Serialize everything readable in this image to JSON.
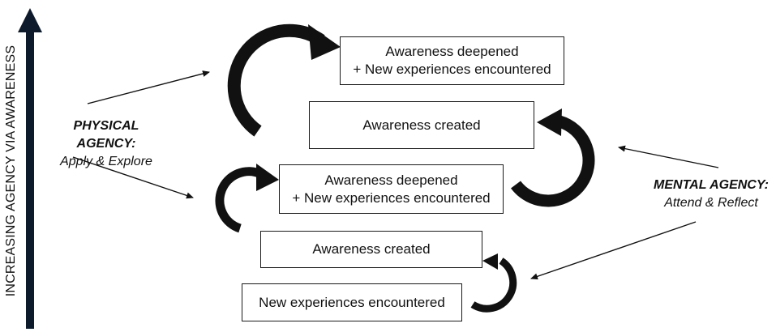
{
  "axis": {
    "label": "INCREASING AGENCY VIA AWARENESS"
  },
  "boxes": {
    "top_deepened": {
      "line1": "Awareness deepened",
      "line2": "+ New experiences encountered"
    },
    "upper_created": {
      "label": "Awareness created"
    },
    "mid_deepened": {
      "line1": "Awareness deepened",
      "line2": "+ New experiences encountered"
    },
    "lower_created": {
      "label": "Awareness created"
    },
    "bottom_new": {
      "label": "New experiences encountered"
    }
  },
  "physical_agency": {
    "title": "PHYSICAL AGENCY:",
    "subtitle": "Apply & Explore"
  },
  "mental_agency": {
    "title": "MENTAL AGENCY:",
    "subtitle": "Attend & Reflect"
  },
  "colors": {
    "axis_arrow": "#0c1a2b",
    "stroke": "#111111"
  }
}
